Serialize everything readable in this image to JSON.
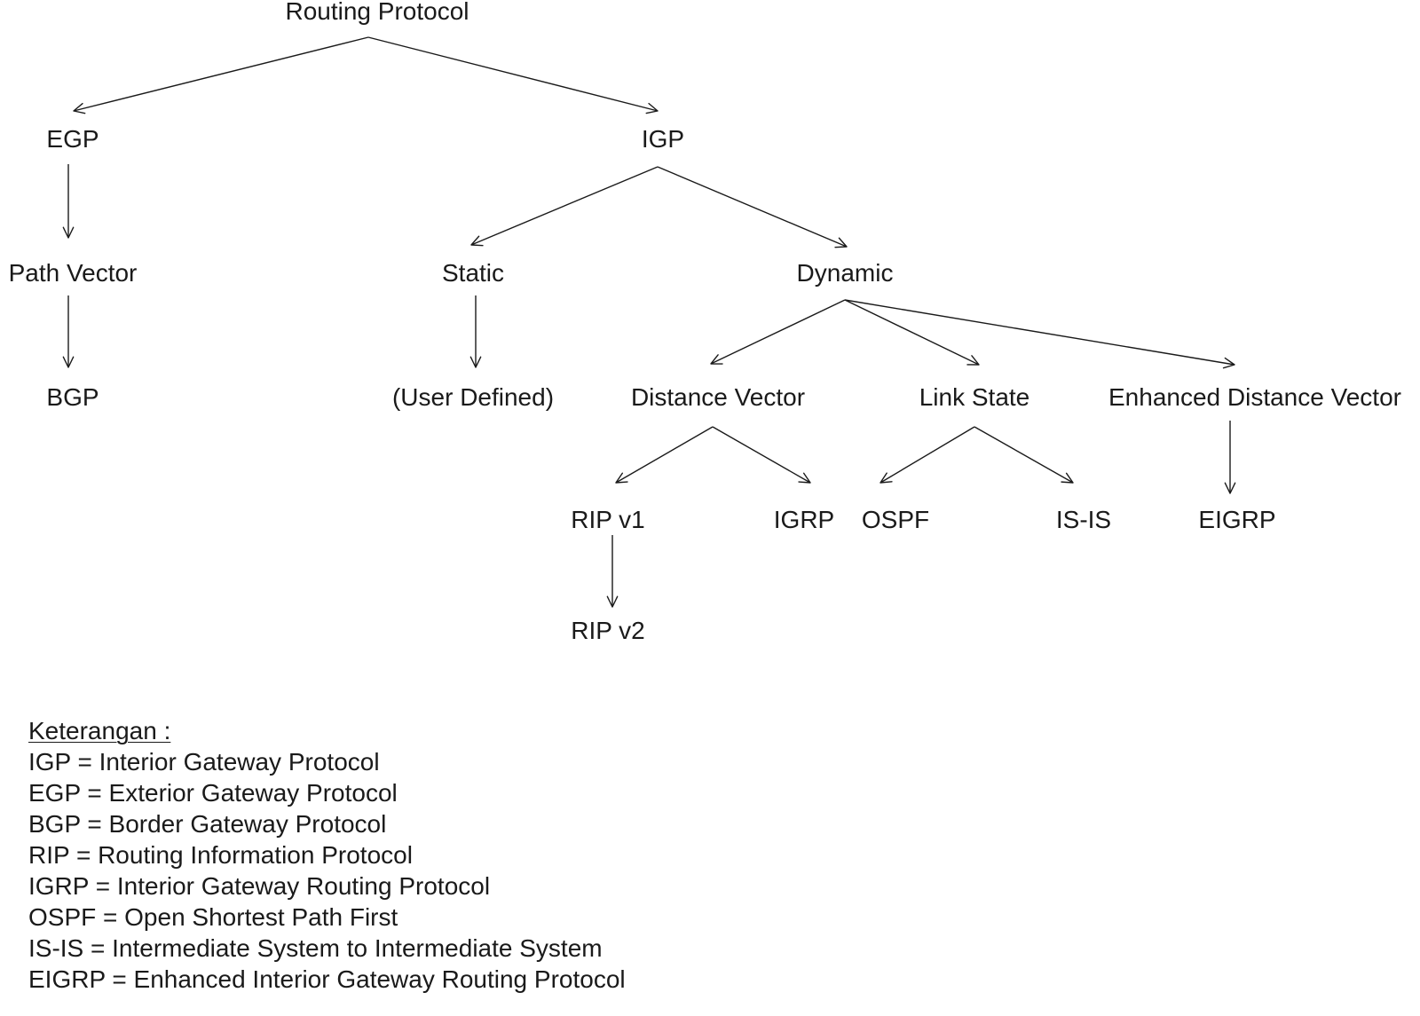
{
  "diagram": {
    "nodes": {
      "routing_protocol": "Routing Protocol",
      "egp": "EGP",
      "igp": "IGP",
      "path_vector": "Path Vector",
      "bgp": "BGP",
      "static": "Static",
      "user_defined": "(User Defined)",
      "dynamic": "Dynamic",
      "distance_vector": "Distance Vector",
      "link_state": "Link State",
      "enhanced_distance_vector": "Enhanced Distance Vector",
      "rip_v1": "RIP v1",
      "rip_v2": "RIP v2",
      "igrp": "IGRP",
      "ospf": "OSPF",
      "is_is": "IS-IS",
      "eigrp": "EIGRP"
    },
    "edges": [
      {
        "from": "routing_protocol",
        "to": "egp"
      },
      {
        "from": "routing_protocol",
        "to": "igp"
      },
      {
        "from": "egp",
        "to": "path_vector"
      },
      {
        "from": "path_vector",
        "to": "bgp"
      },
      {
        "from": "igp",
        "to": "static"
      },
      {
        "from": "igp",
        "to": "dynamic"
      },
      {
        "from": "static",
        "to": "user_defined"
      },
      {
        "from": "dynamic",
        "to": "distance_vector"
      },
      {
        "from": "dynamic",
        "to": "link_state"
      },
      {
        "from": "dynamic",
        "to": "enhanced_distance_vector"
      },
      {
        "from": "distance_vector",
        "to": "rip_v1"
      },
      {
        "from": "distance_vector",
        "to": "igrp"
      },
      {
        "from": "rip_v1",
        "to": "rip_v2"
      },
      {
        "from": "link_state",
        "to": "ospf"
      },
      {
        "from": "link_state",
        "to": "is_is"
      },
      {
        "from": "enhanced_distance_vector",
        "to": "eigrp"
      }
    ]
  },
  "legend": {
    "title": "Keterangan :",
    "items": [
      "IGP = Interior Gateway Protocol",
      "EGP = Exterior Gateway Protocol",
      "BGP = Border Gateway Protocol",
      "RIP = Routing Information Protocol",
      "IGRP = Interior Gateway Routing Protocol",
      "OSPF = Open Shortest Path First",
      "IS-IS = Intermediate System to Intermediate System",
      "EIGRP = Enhanced Interior Gateway Routing Protocol"
    ]
  }
}
